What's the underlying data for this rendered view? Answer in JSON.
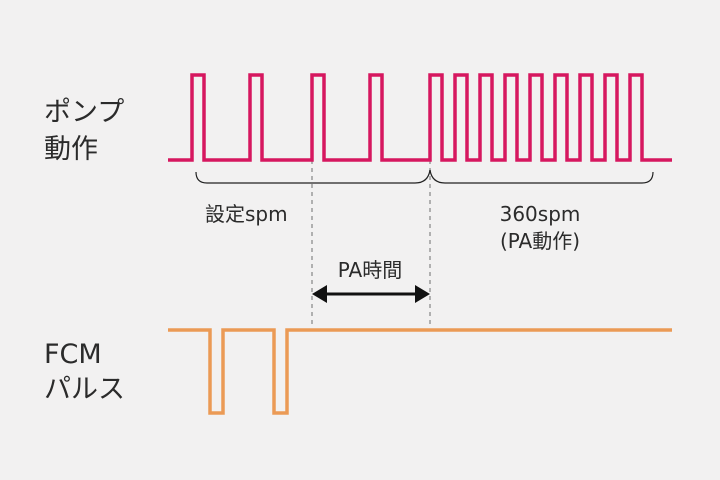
{
  "labels": {
    "pump_line1": "ポンプ",
    "pump_line2": "動作",
    "fcm_line1": "FCM",
    "fcm_line2": "パルス"
  },
  "annotations": {
    "set_spm": "設定spm",
    "spm_360": "360spm",
    "pa_operation": "(PA動作)",
    "pa_time": "PA時間"
  },
  "colors": {
    "pump_signal": "#d6175f",
    "fcm_signal": "#eb9a55",
    "guide_line": "#9a9a9a",
    "bracket": "#222222",
    "arrow": "#111111",
    "background": "#f2f1f1"
  }
}
